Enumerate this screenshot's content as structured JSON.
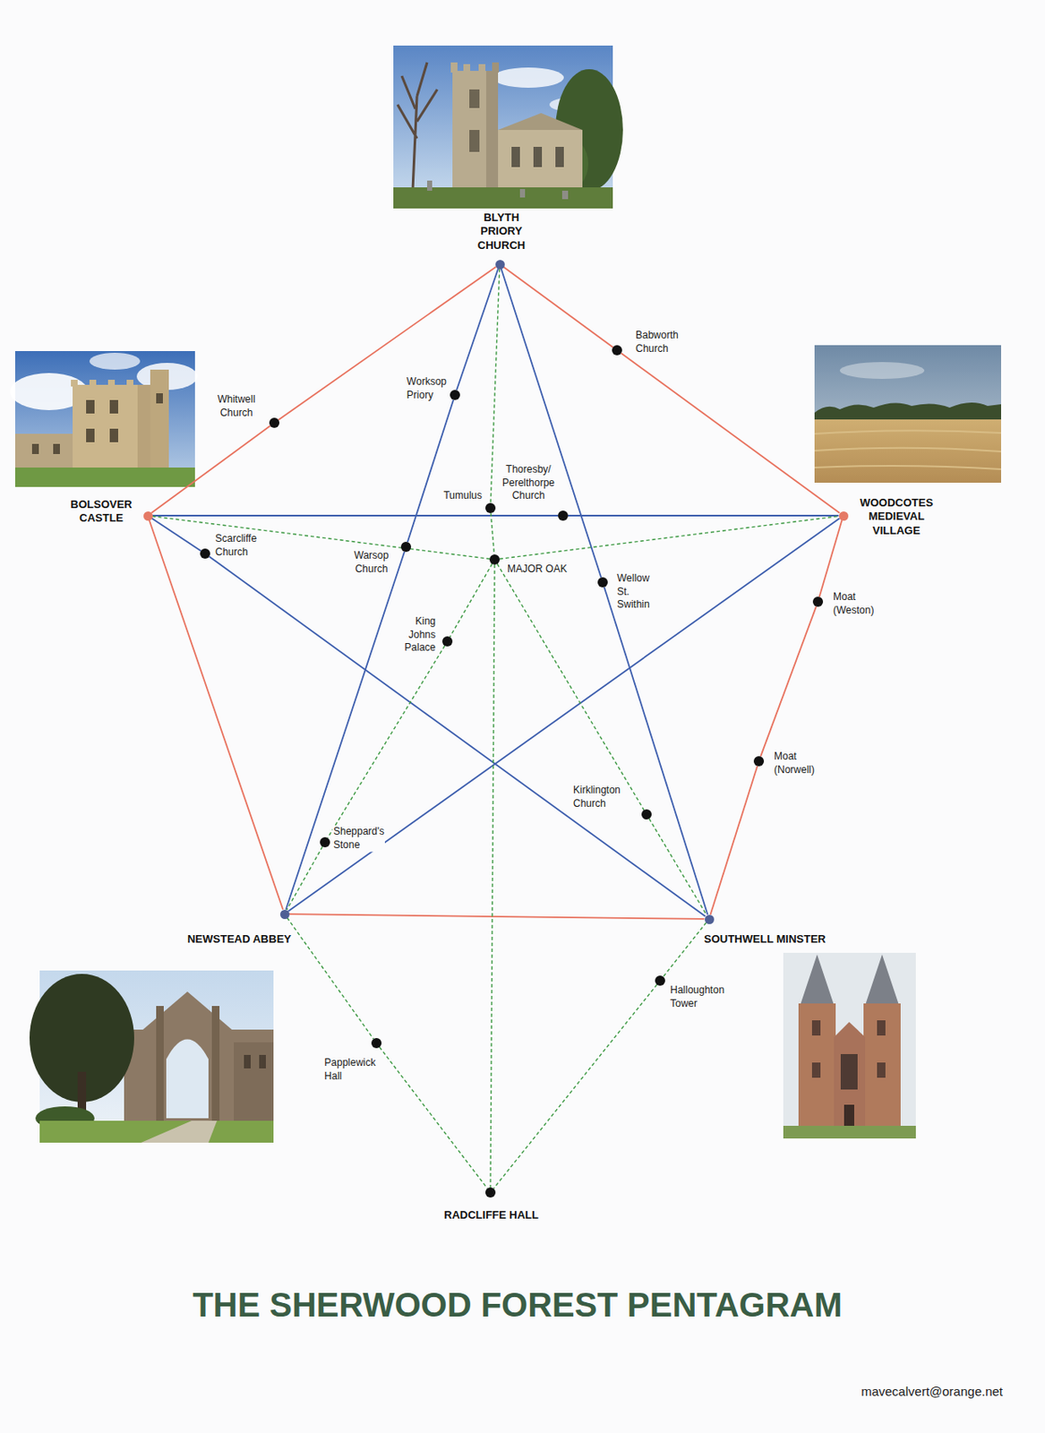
{
  "diagram": {
    "title": "THE SHERWOOD FOREST PENTAGRAM",
    "nodes": [
      {
        "text": [
          "BLYTH PRIORY CHURCH"
        ]
      },
      {
        "text": [
          "Babworth Church"
        ]
      },
      {
        "text": [
          "Worksop Priory"
        ]
      },
      {
        "text": [
          "Whitwell Church"
        ]
      },
      {
        "text": [
          "BOLSOVER CASTLE"
        ]
      },
      {
        "text": [
          "Tumulus"
        ]
      },
      {
        "text": [
          "Thoresby/ Perelthorpe Church"
        ]
      },
      {
        "text": [
          "WOODCOTES MEDIEVAL VILLAGE"
        ]
      },
      {
        "text": [
          "Scarcliffe Church"
        ]
      },
      {
        "text": [
          "Warsop Church"
        ]
      },
      {
        "text": [
          "MAJOR OAK"
        ]
      },
      {
        "text": [
          "Wellow St. Swithin"
        ]
      },
      {
        "text": [
          "Moat (Weston)"
        ]
      },
      {
        "text": [
          "King Johns Palace"
        ]
      },
      {
        "text": [
          "Moat (Norwell)"
        ]
      },
      {
        "text": [
          "Kirklington Church"
        ]
      },
      {
        "text": [
          "Sheppard's Stone"
        ]
      },
      {
        "text": [
          "NEWSTEAD ABBEY"
        ]
      },
      {
        "text": [
          "SOUTHWELL MINSTER"
        ]
      },
      {
        "text": [
          "Halloughton Tower"
        ]
      },
      {
        "text": [
          "Papplewick Hall"
        ]
      },
      {
        "text": [
          "RADCLIFFE HALL"
        ]
      }
    ],
    "edges": [
      {
        "from": 0,
        "to": 1,
        "arrow": "none"
      },
      {
        "from": 1,
        "to": 7,
        "arrow": "none"
      },
      {
        "from": 7,
        "to": 12,
        "arrow": "none"
      },
      {
        "from": 12,
        "to": 14,
        "arrow": "none"
      },
      {
        "from": 14,
        "to": 18,
        "arrow": "none"
      },
      {
        "from": 17,
        "to": 18,
        "arrow": "none"
      },
      {
        "from": 4,
        "to": 17,
        "arrow": "none"
      },
      {
        "from": 4,
        "to": 3,
        "arrow": "none"
      },
      {
        "from": 3,
        "to": 0,
        "arrow": "none"
      },
      {
        "from": 0,
        "to": 2,
        "arrow": "none"
      },
      {
        "from": 2,
        "to": 9,
        "arrow": "none"
      },
      {
        "from": 9,
        "to": 17,
        "arrow": "none"
      },
      {
        "from": 0,
        "to": 11,
        "arrow": "none"
      },
      {
        "from": 11,
        "to": 18,
        "arrow": "none"
      },
      {
        "from": 4,
        "to": 6,
        "arrow": "none"
      },
      {
        "from": 6,
        "to": 7,
        "arrow": "none"
      },
      {
        "from": 4,
        "to": 8,
        "arrow": "none"
      },
      {
        "from": 8,
        "to": 18,
        "arrow": "none"
      },
      {
        "from": 7,
        "to": 17,
        "arrow": "none"
      },
      {
        "from": 0,
        "to": 5,
        "arrow": "none"
      },
      {
        "from": 5,
        "to": 10,
        "arrow": "none"
      },
      {
        "from": 10,
        "to": 21,
        "arrow": "none"
      },
      {
        "from": 4,
        "to": 10,
        "arrow": "none"
      },
      {
        "from": 10,
        "to": 7,
        "arrow": "none"
      },
      {
        "from": 10,
        "to": 13,
        "arrow": "none"
      },
      {
        "from": 13,
        "to": 16,
        "arrow": "none"
      },
      {
        "from": 16,
        "to": 17,
        "arrow": "none"
      },
      {
        "from": 10,
        "to": 15,
        "arrow": "none"
      },
      {
        "from": 15,
        "to": 18,
        "arrow": "none"
      },
      {
        "from": 17,
        "to": 20,
        "arrow": "none"
      },
      {
        "from": 20,
        "to": 21,
        "arrow": "none"
      },
      {
        "from": 18,
        "to": 19,
        "arrow": "none"
      },
      {
        "from": 19,
        "to": 21,
        "arrow": "none"
      }
    ],
    "labels": [
      "mavecalvert@orange.net"
    ]
  }
}
